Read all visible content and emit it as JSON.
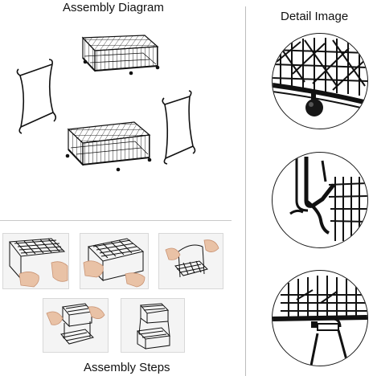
{
  "headings": {
    "assembly_diagram": "Assembly Diagram",
    "detail_image": "Detail Image",
    "assembly_steps": "Assembly Steps"
  },
  "colors": {
    "wire": "#111111",
    "hand": "#e9c2a6",
    "hand_shadow": "#d7a88a",
    "photo_bg": "#f7f7f7",
    "divider": "#c4c4c4"
  },
  "diagram_parts": [
    "top-basket",
    "bottom-basket",
    "left-side-frame",
    "right-side-frame"
  ],
  "detail_images": [
    "basket-foot-closeup",
    "frame-hook-closeup",
    "frame-latch-closeup"
  ],
  "assembly_step_photos": [
    "step-1",
    "step-2",
    "step-3",
    "step-4",
    "step-5"
  ]
}
